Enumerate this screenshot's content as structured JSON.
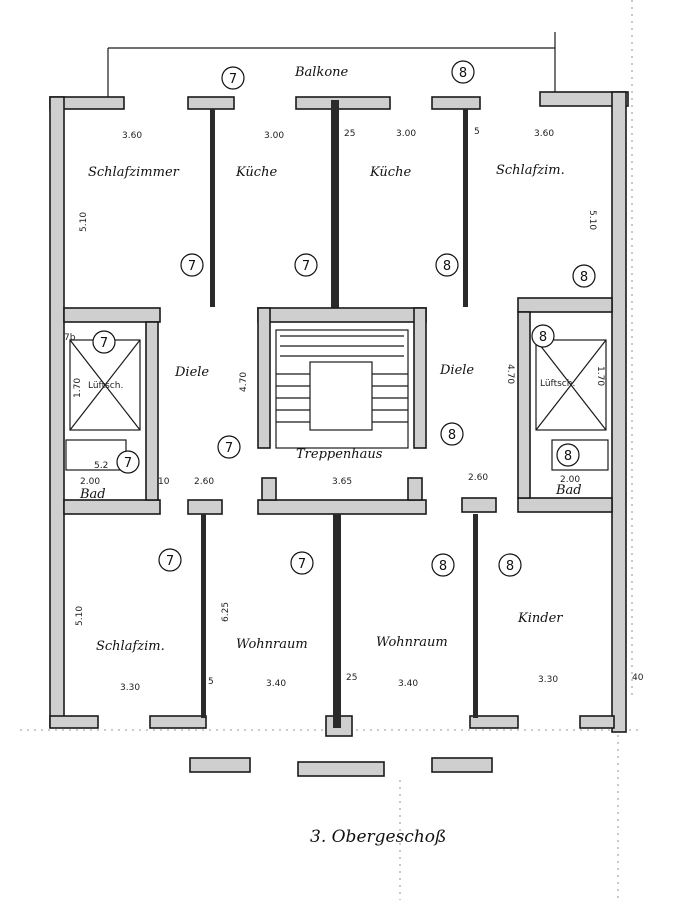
{
  "plan": {
    "title": "3. Obergeschoß",
    "rooms": {
      "balkone": "Balkone",
      "schlafzimmer_nw": "Schlafzimmer",
      "kueche_w": "Küche",
      "kueche_e": "Küche",
      "schlafzim_ne": "Schlafzim.",
      "diele_w": "Diele",
      "diele_e": "Diele",
      "treppenhaus": "Treppenhaus",
      "bad_w": "Bad",
      "bad_e": "Bad",
      "schlafzim_sw": "Schlafzim.",
      "wohnraum_w": "Wohnraum",
      "wohnraum_e": "Wohnraum",
      "kinder": "Kinder",
      "luftschacht_w": "Lüftsch.",
      "luftschacht_e": "Lüftsch."
    },
    "dimensions": {
      "top_1": "3.60",
      "top_2": "3.00",
      "top_3": "25",
      "top_4": "3.00",
      "top_5": "5",
      "top_6": "3.60",
      "left_h_top": "5.10",
      "right_h_top": "5.10",
      "diele_w_h": "4.70",
      "diele_e_h": "4.70",
      "mid_1": "2.60",
      "mid_2": "3.65",
      "mid_3": "2.60",
      "bad_w_w": "2.00",
      "bad_e_w": "2.00",
      "bad_w_h": "1.70",
      "bad_e_h": "1.70",
      "left_h_bot": "5.10",
      "center_h_bot": "6.25",
      "bot_1": "3.30",
      "bot_2": "5",
      "bot_3": "3.40",
      "bot_4": "25",
      "bot_5": "3.40",
      "bot_6": "3.30",
      "bot_7": "40",
      "misc_a": "10",
      "misc_b": "5.2",
      "misc_c": "7b"
    },
    "unit_badges": {
      "b01": "7",
      "b02": "8",
      "b03": "7",
      "b04": "7",
      "b05": "8",
      "b06": "8",
      "b07": "7",
      "b08": "8",
      "b09": "7",
      "b10": "8",
      "b11": "7",
      "b12": "8",
      "b13": "7",
      "b14": "7",
      "b15": "8",
      "b16": "8"
    }
  }
}
